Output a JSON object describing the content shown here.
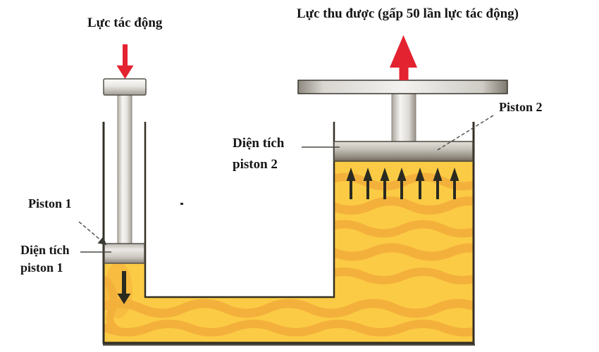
{
  "diagram": {
    "type": "hydraulic-press-pascal-principle",
    "labels": {
      "applied_force": "Lực tác động",
      "output_force": "Lực thu được (gấp 50 lần lực tác động)",
      "piston_1": "Piston 1",
      "piston_1_area": "Diện tích piston 1",
      "piston_2": "Piston 2",
      "piston_2_area": "Diện tích piston 2",
      "stray_mark": "."
    },
    "colors": {
      "background": "#ffffff",
      "fluid": "#FCCB45",
      "fluid_wave": "#F3B13C",
      "force_arrow_red": "#E32330",
      "flow_arrow_black": "#2A2A20",
      "outline_dark": "#332F23",
      "leader_line": "#4a4a44",
      "label_text": "#151515"
    }
  }
}
